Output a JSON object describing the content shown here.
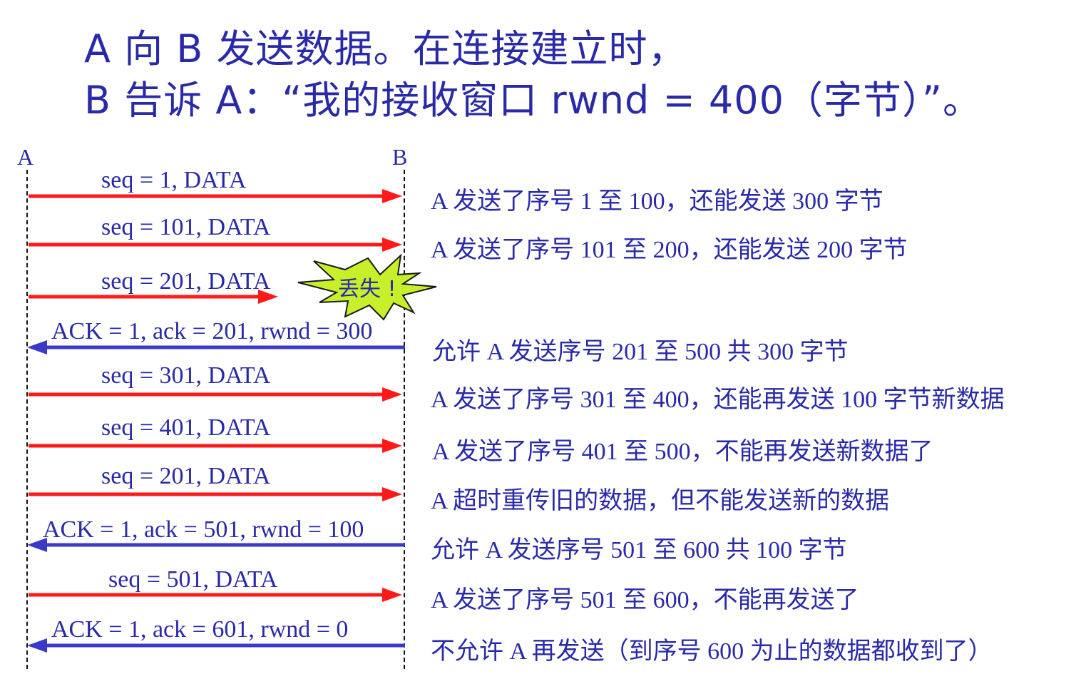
{
  "heading": {
    "line1": "A 向 B 发送数据。在连接建立时，",
    "line2": "B 告诉 A：“我的接收窗口 rwnd = 400（字节）”。"
  },
  "hosts": {
    "a": "A",
    "b": "B"
  },
  "loss_marker": "丢失 !",
  "messages": [
    {
      "label": "seq = 1, DATA",
      "direction": "A-to-B",
      "lost": false
    },
    {
      "label": "seq = 101, DATA",
      "direction": "A-to-B",
      "lost": false
    },
    {
      "label": "seq = 201, DATA",
      "direction": "A-to-B",
      "lost": true
    },
    {
      "label": "ACK = 1, ack = 201, rwnd = 300",
      "direction": "B-to-A",
      "lost": false
    },
    {
      "label": "seq = 301, DATA",
      "direction": "A-to-B",
      "lost": false
    },
    {
      "label": "seq = 401, DATA",
      "direction": "A-to-B",
      "lost": false
    },
    {
      "label": "seq = 201, DATA",
      "direction": "A-to-B",
      "lost": false
    },
    {
      "label": "ACK = 1, ack = 501, rwnd = 100",
      "direction": "B-to-A",
      "lost": false
    },
    {
      "label": "seq = 501, DATA",
      "direction": "A-to-B",
      "lost": false
    },
    {
      "label": "ACK = 1, ack = 601, rwnd = 0",
      "direction": "B-to-A",
      "lost": false
    }
  ],
  "notes": [
    "A 发送了序号 1 至 100，还能发送 300 字节",
    "A 发送了序号 101 至 200，还能发送 200 字节",
    "允许 A 发送序号 201 至 500  共 300 字节",
    "A 发送了序号 301 至 400，还能再发送 100 字节新数据",
    "A 发送了序号 401 至 500，不能再发送新数据了",
    "A 超时重传旧的数据，但不能发送新的数据",
    "允许 A 发送序号 501 至 600 共 100 字节",
    "A 发送了序号 501 至 600，不能再发送了",
    "不允许 A 再发送（到序号 600 为止的数据都收到了）"
  ],
  "colors": {
    "data_arrow": "#ff1a1a",
    "ack_arrow": "#3a3ac8",
    "text": "#2a2aa8",
    "burst_fill": "#c8f02a",
    "burst_stroke": "#1a1a1a"
  }
}
